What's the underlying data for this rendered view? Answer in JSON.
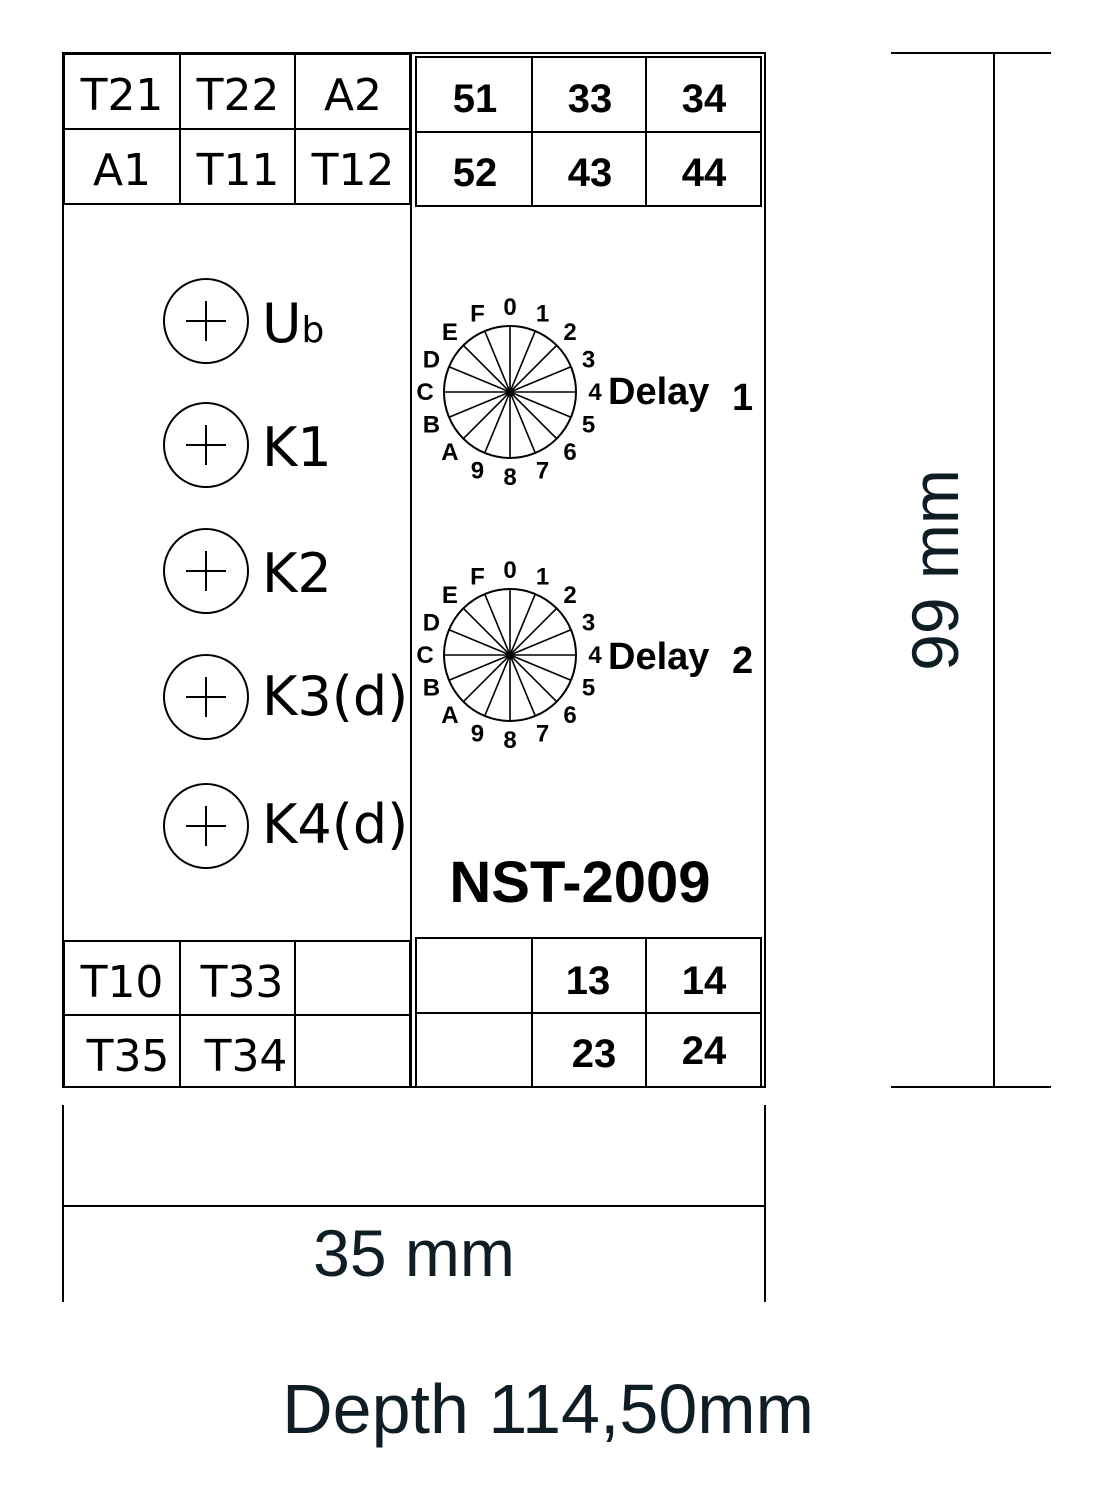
{
  "model": "NST-2009",
  "left_top_terminals": [
    [
      "T21",
      "T22",
      "A2"
    ],
    [
      "A1",
      "T11",
      "T12"
    ]
  ],
  "left_bottom_terminals": [
    [
      "T10",
      "T33",
      ""
    ],
    [
      "T35",
      "T34",
      ""
    ]
  ],
  "right_top_terminals": [
    [
      "51",
      "33",
      "34"
    ],
    [
      "52",
      "43",
      "44"
    ]
  ],
  "right_bottom_terminals": [
    [
      "",
      "13",
      "14"
    ],
    [
      "",
      "23",
      "24"
    ]
  ],
  "leds": [
    {
      "main": "U",
      "sub": "b"
    },
    {
      "main": "K1",
      "sub": ""
    },
    {
      "main": "K2",
      "sub": ""
    },
    {
      "main": "K3(d)",
      "sub": ""
    },
    {
      "main": "K4(d)",
      "sub": ""
    }
  ],
  "dials": [
    {
      "label": "Delay",
      "number": "1"
    },
    {
      "label": "Delay",
      "number": "2"
    }
  ],
  "dial_positions": [
    "0",
    "1",
    "2",
    "3",
    "4",
    "5",
    "6",
    "7",
    "8",
    "9",
    "A",
    "B",
    "C",
    "D",
    "E",
    "F"
  ],
  "height_label": "99 mm",
  "width_label": "35 mm",
  "depth_label": "Depth 114,50mm",
  "colors": {
    "line": "#000000",
    "dimension_text": "#0f1e24",
    "background": "#ffffff"
  }
}
